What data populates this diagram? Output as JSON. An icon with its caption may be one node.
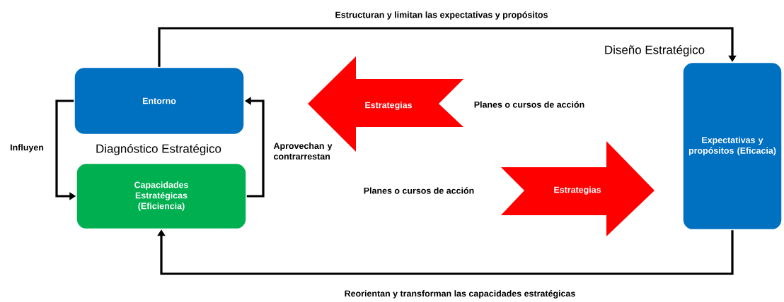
{
  "diagram": {
    "nodes": [
      {
        "text": [
          "Entorno"
        ]
      },
      {
        "text": [
          "Capacidades Estratégicas (Eficiencia)"
        ]
      },
      {
        "text": [
          "Expectativas y propósitos (Eficacia)"
        ]
      },
      {
        "text": [
          "Estrategias"
        ],
        "beside": [
          "Planes o cursos de acción"
        ]
      },
      {
        "text": [
          "Estrategias"
        ],
        "beside": [
          "Planes o cursos de acción"
        ]
      }
    ],
    "edges": [
      {
        "from": 0,
        "to": 2,
        "arrow": "to",
        "label": "Estructuran y limitan las expectativas y propósitos"
      },
      {
        "from": 2,
        "to": 1,
        "arrow": "to",
        "label": "Reorientan y transforman las capacidades estratégicas"
      },
      {
        "from": 0,
        "to": 1,
        "arrow": "to",
        "label": "Influyen"
      },
      {
        "from": 1,
        "to": 0,
        "arrow": "to",
        "label": "Aprovechan y contrarrestan"
      }
    ],
    "labels": [
      "Diseño Estratégico",
      "Diagnóstico Estratégico"
    ]
  }
}
